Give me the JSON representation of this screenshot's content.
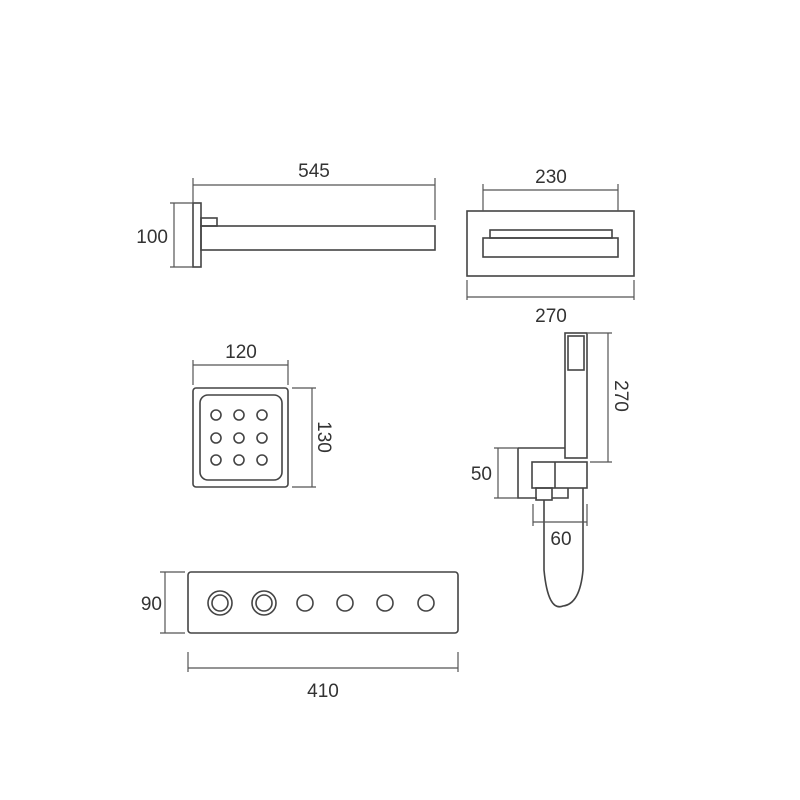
{
  "shower_arm": {
    "length": "545",
    "height": "100"
  },
  "rain_head": {
    "inner_width": "230",
    "outer_width": "270"
  },
  "body_jet": {
    "width": "120",
    "height": "130"
  },
  "hand_shower": {
    "length": "270",
    "bracket_height": "50",
    "bracket_width": "60"
  },
  "control_panel": {
    "height": "90",
    "width": "410"
  },
  "colors": {
    "line": "#444444",
    "background": "#ffffff"
  }
}
